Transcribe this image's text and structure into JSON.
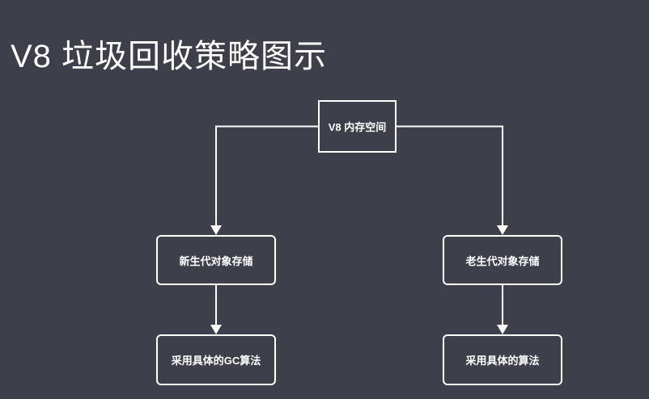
{
  "title": "V8 垃圾回收策略图示",
  "colors": {
    "background": "#3d404a",
    "line": "#ffffff",
    "text": "#ffffff"
  },
  "diagram": {
    "type": "flowchart",
    "direction": "top-down",
    "nodes": [
      {
        "id": "root",
        "label": "V8 内存空间",
        "shape": "rect"
      },
      {
        "id": "new-gen",
        "label": "新生代对象存储",
        "shape": "rounded-rect"
      },
      {
        "id": "old-gen",
        "label": "老生代对象存储",
        "shape": "rounded-rect"
      },
      {
        "id": "new-gen-alg",
        "label": "采用具体的GC算法",
        "shape": "rounded-rect"
      },
      {
        "id": "old-gen-alg",
        "label": "采用具体的算法",
        "shape": "rounded-rect"
      }
    ],
    "edges": [
      {
        "from": "root",
        "to": "new-gen",
        "style": "elbow-arrow"
      },
      {
        "from": "root",
        "to": "old-gen",
        "style": "elbow-arrow"
      },
      {
        "from": "new-gen",
        "to": "new-gen-alg",
        "style": "straight-arrow"
      },
      {
        "from": "old-gen",
        "to": "old-gen-alg",
        "style": "straight-arrow"
      }
    ]
  }
}
